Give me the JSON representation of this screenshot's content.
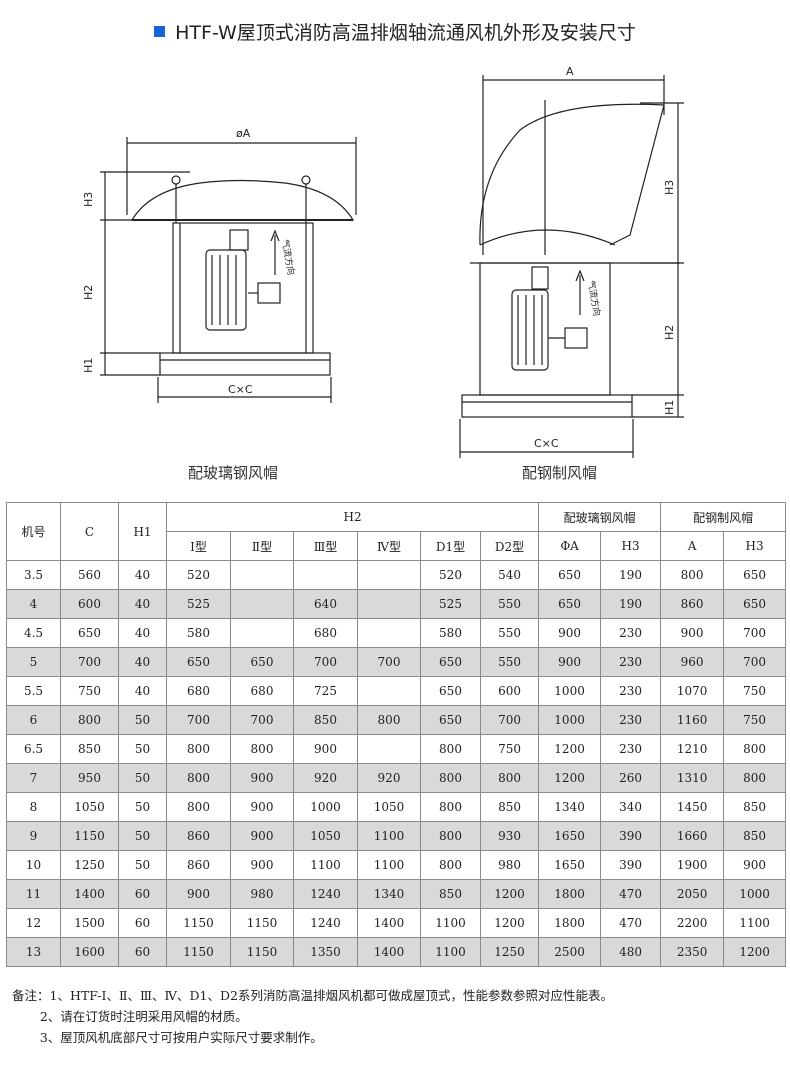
{
  "title": "HTF-W屋顶式消防高温排烟轴流通风机外形及安装尺寸",
  "left_drawing": {
    "caption": "配玻璃钢风帽",
    "label_diameter": "øA",
    "label_width": "C×C",
    "label_h1": "H1",
    "label_h2": "H2",
    "label_h3": "H3",
    "airflow": "气流方向"
  },
  "right_drawing": {
    "caption": "配钢制风帽",
    "label_a": "A",
    "label_width": "C×C",
    "label_h1": "H1",
    "label_h2": "H2",
    "label_h3": "H3",
    "airflow": "气流方向"
  },
  "table": {
    "headers": {
      "model": "机号",
      "c": "C",
      "h1": "H1",
      "h2_group": "H2",
      "frp_group": "配玻璃钢风帽",
      "steel_group": "配钢制风帽",
      "sub": [
        "Ⅰ型",
        "Ⅱ型",
        "Ⅲ型",
        "Ⅳ型",
        "D1型",
        "D2型",
        "ΦA",
        "H3",
        "A",
        "H3"
      ]
    },
    "rows": [
      [
        "3.5",
        "560",
        "40",
        "520",
        "",
        "",
        "",
        "520",
        "540",
        "650",
        "190",
        "800",
        "650"
      ],
      [
        "4",
        "600",
        "40",
        "525",
        "",
        "640",
        "",
        "525",
        "550",
        "650",
        "190",
        "860",
        "650"
      ],
      [
        "4.5",
        "650",
        "40",
        "580",
        "",
        "680",
        "",
        "580",
        "550",
        "900",
        "230",
        "900",
        "700"
      ],
      [
        "5",
        "700",
        "40",
        "650",
        "650",
        "700",
        "700",
        "650",
        "550",
        "900",
        "230",
        "960",
        "700"
      ],
      [
        "5.5",
        "750",
        "40",
        "680",
        "680",
        "725",
        "",
        "650",
        "600",
        "1000",
        "230",
        "1070",
        "750"
      ],
      [
        "6",
        "800",
        "50",
        "700",
        "700",
        "850",
        "800",
        "650",
        "700",
        "1000",
        "230",
        "1160",
        "750"
      ],
      [
        "6.5",
        "850",
        "50",
        "800",
        "800",
        "900",
        "",
        "800",
        "750",
        "1200",
        "230",
        "1210",
        "800"
      ],
      [
        "7",
        "950",
        "50",
        "800",
        "900",
        "920",
        "920",
        "800",
        "800",
        "1200",
        "260",
        "1310",
        "800"
      ],
      [
        "8",
        "1050",
        "50",
        "800",
        "900",
        "1000",
        "1050",
        "800",
        "850",
        "1340",
        "340",
        "1450",
        "850"
      ],
      [
        "9",
        "1150",
        "50",
        "860",
        "900",
        "1050",
        "1100",
        "800",
        "930",
        "1650",
        "390",
        "1660",
        "850"
      ],
      [
        "10",
        "1250",
        "50",
        "860",
        "900",
        "1100",
        "1100",
        "800",
        "980",
        "1650",
        "390",
        "1900",
        "900"
      ],
      [
        "11",
        "1400",
        "60",
        "900",
        "980",
        "1240",
        "1340",
        "850",
        "1200",
        "1800",
        "470",
        "2050",
        "1000"
      ],
      [
        "12",
        "1500",
        "60",
        "1150",
        "1150",
        "1240",
        "1400",
        "1100",
        "1200",
        "1800",
        "470",
        "2200",
        "1100"
      ],
      [
        "13",
        "1600",
        "60",
        "1150",
        "1150",
        "1350",
        "1400",
        "1100",
        "1250",
        "2500",
        "480",
        "2350",
        "1200"
      ]
    ]
  },
  "notes": [
    "备注：1、HTF-Ⅰ、Ⅱ、Ⅲ、Ⅳ、D1、D2系列消防高温排烟风机都可做成屋顶式，性能参数参照对应性能表。",
    "       2、请在订货时注明采用风帽的材质。",
    "       3、屋顶风机底部尺寸可按用户实际尺寸要求制作。"
  ],
  "colors": {
    "accent": "#1565d8",
    "alt_row": "#d9d9d9",
    "border": "#8a8a8a"
  }
}
